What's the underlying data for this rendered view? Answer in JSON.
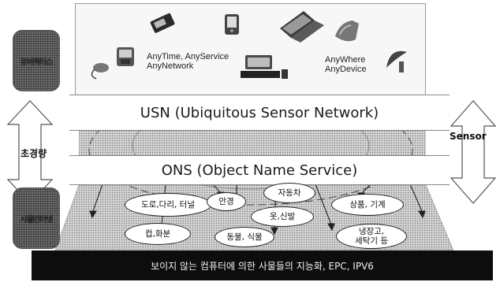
{
  "top_panel": {
    "caption_left_line1": "AnyTime, AnyService",
    "caption_left_line2": "AnyNetwork",
    "caption_right_line1": "AnyWhere",
    "caption_right_line2": "AnyDevice"
  },
  "side_blocks": {
    "upper_left_label": "유비쿼터스",
    "lower_left_label": "사물인터넷"
  },
  "side_arrows": {
    "left_text": "초경량",
    "right_text": "Sensor"
  },
  "bands": {
    "usn": "USN (Ubiquitous Sensor Network)",
    "ons": "ONS (Object Name Service)"
  },
  "objects": [
    {
      "id": "roads",
      "label": "도로,다리, 터널"
    },
    {
      "id": "glasses",
      "label": "안경"
    },
    {
      "id": "car",
      "label": "자동차"
    },
    {
      "id": "clothes",
      "label": "옷,신발"
    },
    {
      "id": "goods",
      "label": "상품, 기계"
    },
    {
      "id": "cup",
      "label": "컵,화분"
    },
    {
      "id": "animals",
      "label": "동물, 식물"
    },
    {
      "id": "appliances_line1",
      "label": "냉장고,"
    },
    {
      "id": "appliances_line2",
      "label": "세탁기 등"
    }
  ],
  "bottom_banner": "보이지 않는 컴퓨터에 의한 사물들의 지능화, EPC, IPV6",
  "colors": {
    "banner_bg": "#0d0d0d",
    "dot_fill": "#d9d9d9",
    "dark_dot_fill": "#6e6e6e"
  },
  "icons": [
    "phone-icon",
    "laptop-icon",
    "pda-icon",
    "camera-icon",
    "desktop-pc-icon",
    "mouse-icon",
    "car-icon",
    "satellite-dish-icon"
  ]
}
